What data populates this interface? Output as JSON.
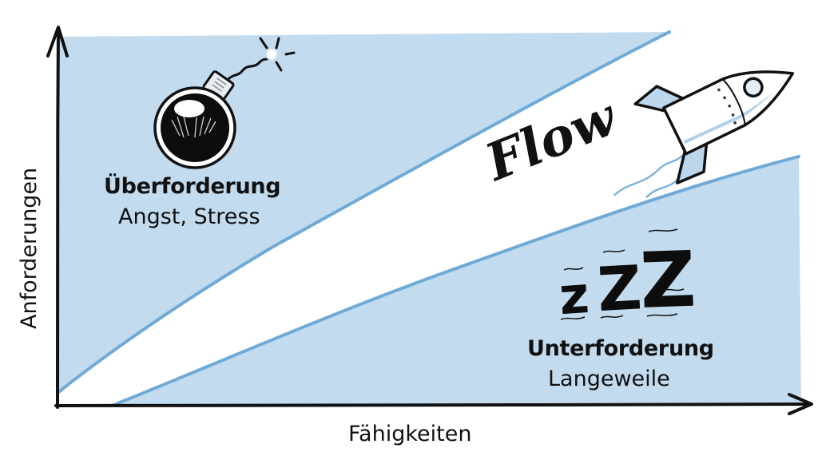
{
  "diagram": {
    "type": "flow-channel",
    "colors": {
      "zone_fill": "#c3dbee",
      "boundary_line": "#6faad6",
      "axis": "#111111",
      "background": "#ffffff"
    },
    "axes": {
      "x_label": "Fähigkeiten",
      "y_label": "Anforderungen"
    },
    "zones": {
      "upper": {
        "title": "Überforderung",
        "subtitle": "Angst, Stress",
        "icon": "bomb-icon"
      },
      "middle": {
        "title": "Flow",
        "icon": "rocket-icon"
      },
      "lower": {
        "title": "Unterforderung",
        "subtitle": "Langeweile",
        "icon": "zzz-sleep-icon",
        "icon_text": "zzZ"
      }
    }
  }
}
